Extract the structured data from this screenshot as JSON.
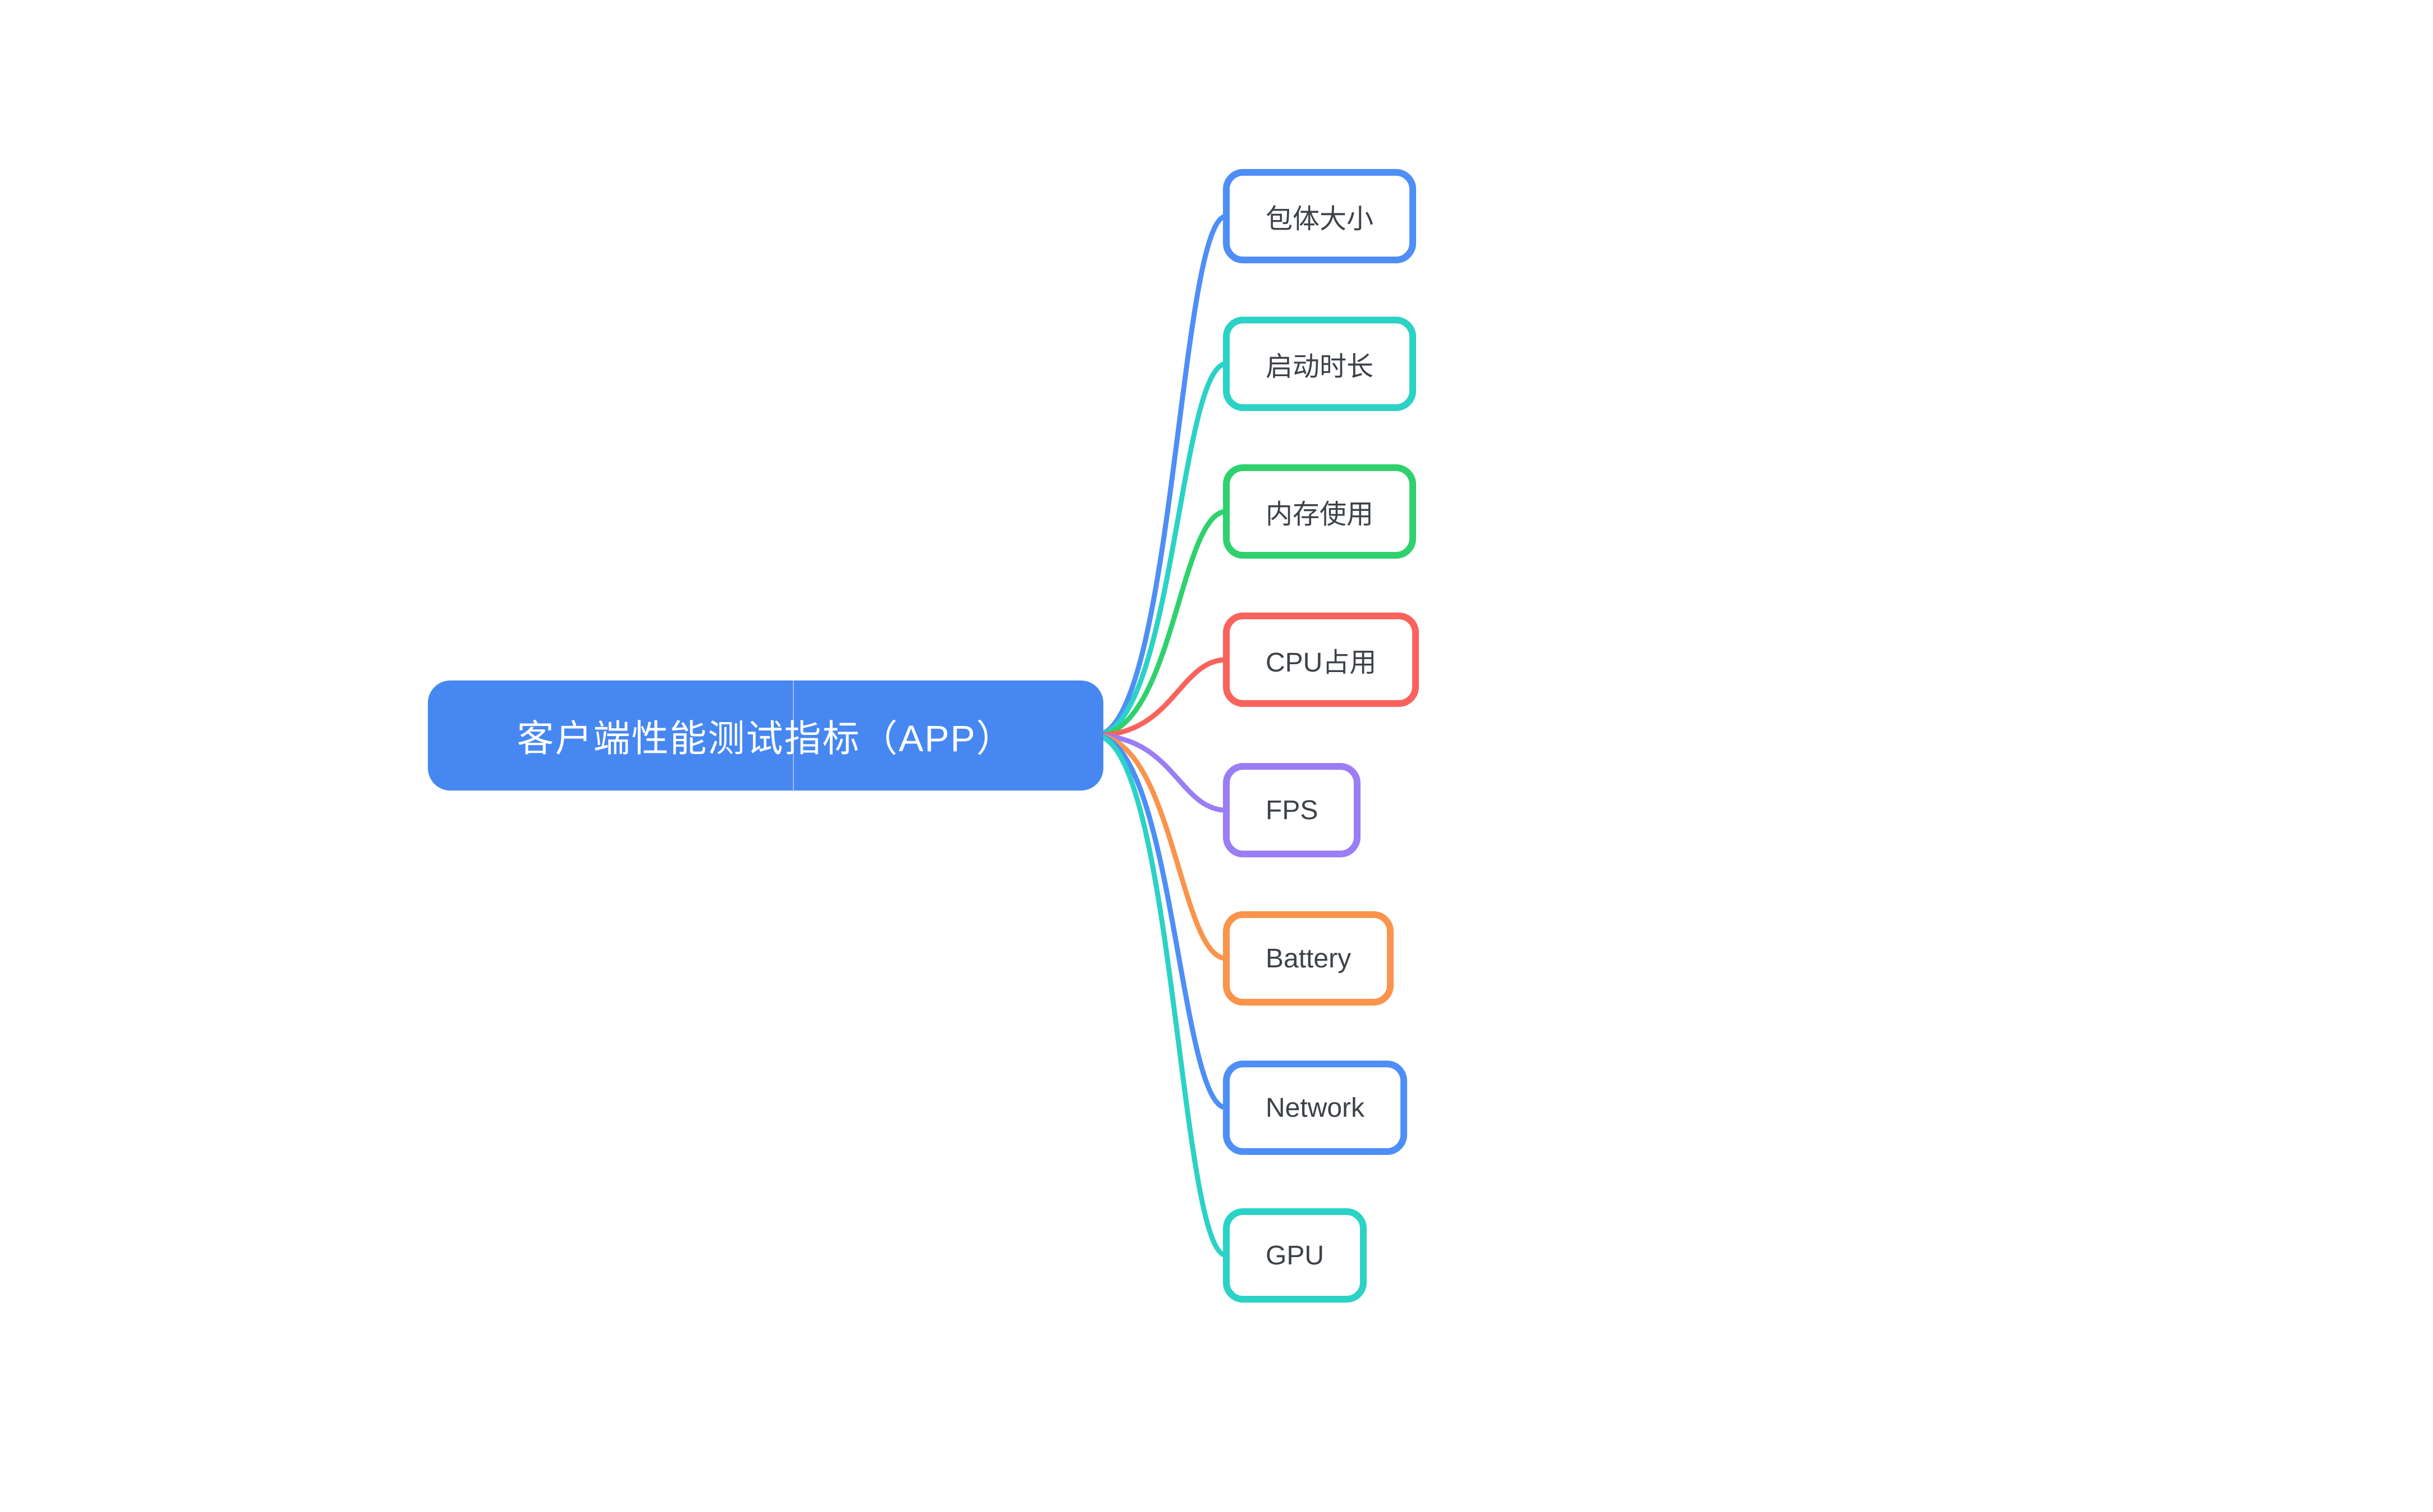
{
  "canvas": {
    "background": "#ffffff"
  },
  "root": {
    "label": "客户端性能测试指标（APP）",
    "fill": "#4687F2",
    "text_color": "#ffffff"
  },
  "children": [
    {
      "label": "包体大小",
      "color": "#4E8EF7"
    },
    {
      "label": "启动时长",
      "color": "#2BD2C6"
    },
    {
      "label": "内存使用",
      "color": "#2FD16E"
    },
    {
      "label": "CPU占用",
      "color": "#FA625C"
    },
    {
      "label": "FPS",
      "color": "#9B7DF5"
    },
    {
      "label": "Battery",
      "color": "#FA944C"
    },
    {
      "label": "Network",
      "color": "#4E8EF7"
    },
    {
      "label": "GPU",
      "color": "#2BD2C6"
    }
  ]
}
